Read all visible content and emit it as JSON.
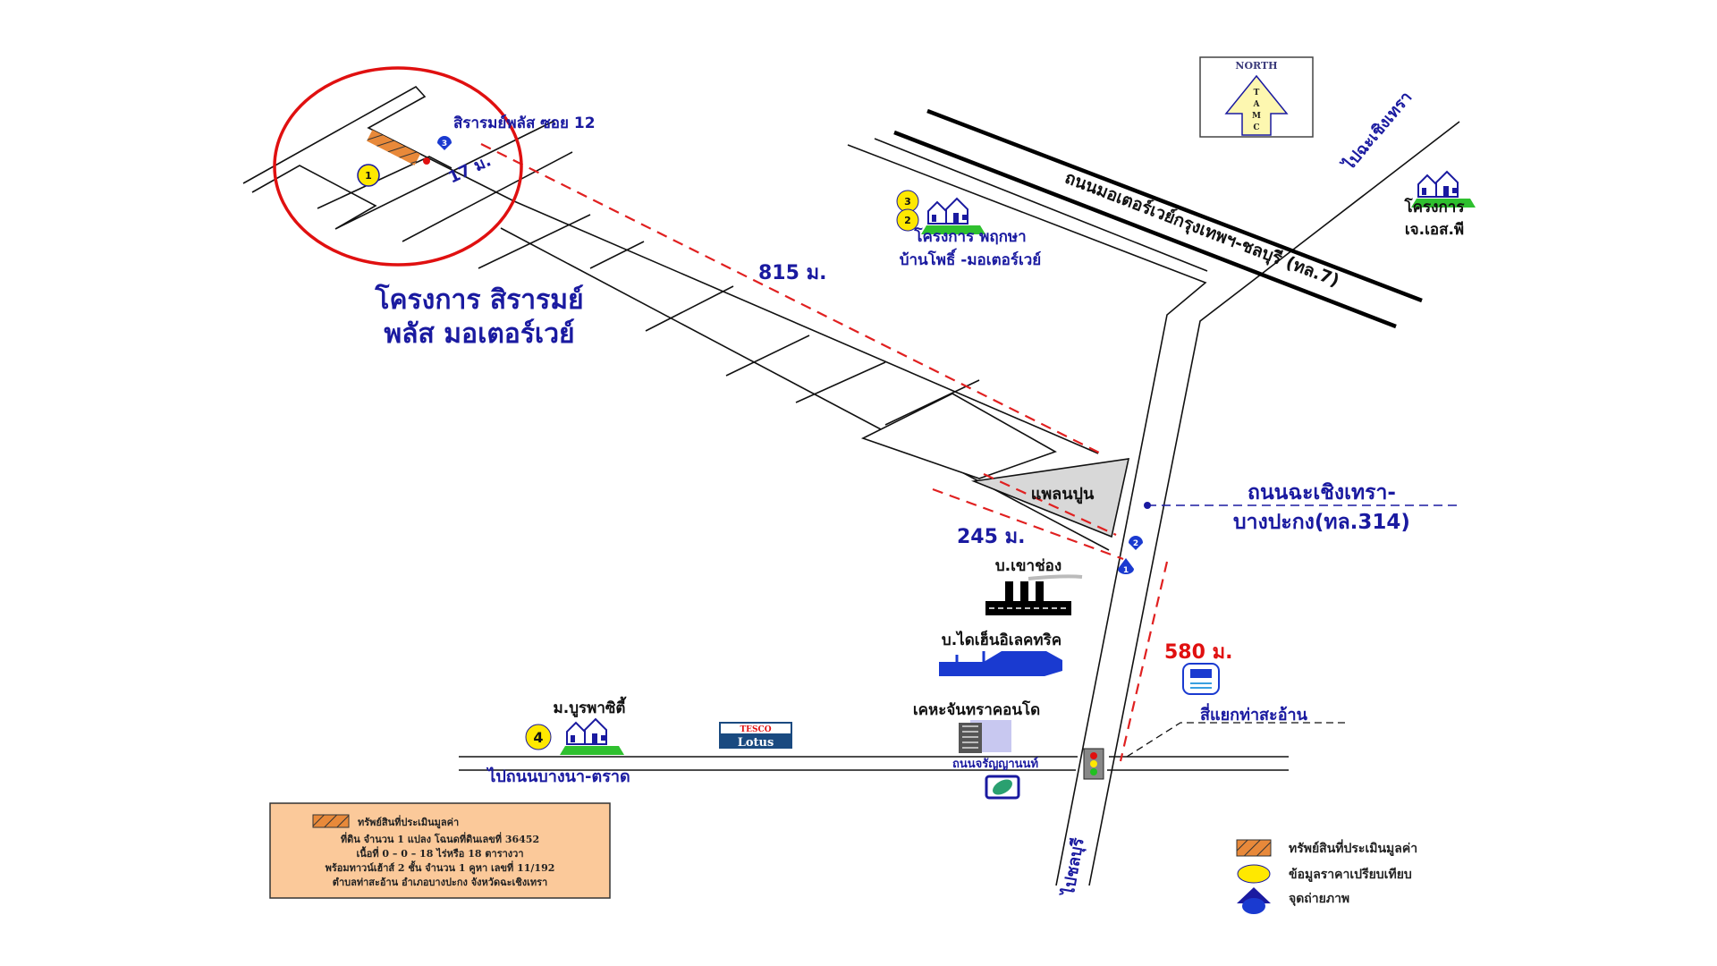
{
  "north_arrow": {
    "title": "NORTH",
    "letters": [
      "T",
      "A",
      "M",
      "C"
    ]
  },
  "subject": {
    "soi_label": "สิรารมย์พลัส ซอย 12",
    "project_line1": "โครงการ สิรารมย์",
    "project_line2": "พลัส มอเตอร์เวย์",
    "frontage": "17 ม.",
    "comparable_marker": "1"
  },
  "distances": {
    "d815": "815 ม.",
    "d245": "245 ม.",
    "d580": "580 ม."
  },
  "roads": {
    "motorway": "ถนนมอเตอร์เวย์กรุงเทพฯ-ชลบุรี (ทล.7)",
    "to_chachoengsao": "ไปฉะเชิงเทรา",
    "route314_line1": "ถนนฉะเชิงเทรา-",
    "route314_line2": "บางปะกง(ทล.314)",
    "charan": "ถนนจรัญญานนท์",
    "to_bangna": "ไปถนนบางนา-ตราด",
    "to_chonburi": "ไปชลบุรี",
    "intersection": "สี่แยกท่าสะอ้าน"
  },
  "landmarks": {
    "pruksa_line1": "โครงการ พฤกษา",
    "pruksa_line2": "บ้านโพธิ์ -มอเตอร์เวย์",
    "pruksa_markers": [
      "3",
      "2"
    ],
    "jsp_line1": "โครงการ",
    "jsp_line2": "เจ.เอส.พี",
    "plant": "แพลนปูน",
    "khaochong": "บ.เขาช่อง",
    "daihen": "บ.ไดเฮ็นอิเลคทริค",
    "condo": "เคหะจันทราคอนโด",
    "burapha": "ม.บูรพาซิตี้",
    "burapha_marker": "4",
    "tesco_top": "TESCO",
    "tesco_bottom": "Lotus",
    "photo_pins": [
      "3",
      "2",
      "1"
    ]
  },
  "info_box": {
    "title": "ทรัพย์สินที่ประเมินมูลค่า",
    "lines": [
      "ที่ดิน  จำนวน 1 แปลง โฉนดที่ดินเลขที่ 36452",
      "เนื้อที่ 0 – 0 – 18 ไร่หรือ 18 ตารางวา",
      "พร้อมทาวน์เฮ้าส์ 2 ชั้น  จำนวน  1 คูหา  เลขที่ 11/192",
      "ตำบลท่าสะอ้าน อำเภอบางปะกง จังหวัดฉะเชิงเทรา"
    ]
  },
  "legend": [
    {
      "icon": "hatched-property-swatch",
      "label": "ทรัพย์สินที่ประเมินมูลค่า"
    },
    {
      "icon": "yellow-circle",
      "label": "ข้อมูลราคาเปรียบเทียบ"
    },
    {
      "icon": "blue-photo-pin",
      "label": "จุดถ่ายภาพ"
    }
  ],
  "colors": {
    "label_blue": "#1a1aa0",
    "distance_red": "#e01010",
    "property_orange": "#e8893a",
    "info_box_bg": "#fbc99a"
  }
}
